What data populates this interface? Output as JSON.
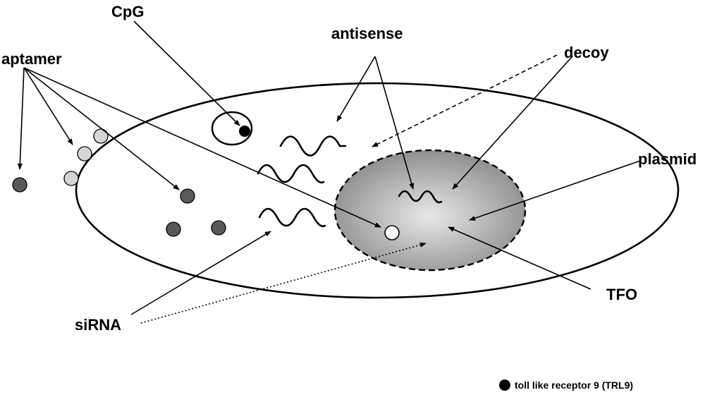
{
  "labels": {
    "cpg": "CpG",
    "antisense": "antisense",
    "aptamer": "aptamer",
    "decoy": "decoy",
    "plasmid": "plasmid",
    "sirna": "siRNA",
    "tfo": "TFO"
  },
  "legend": {
    "text": "toll like receptor 9 (TRL9)",
    "marker_color": "#000000"
  },
  "colors": {
    "nucleus_center": "#e8e8e8",
    "nucleus_edge": "#8f8f8f",
    "aptamer_dark": "#595959",
    "aptamer_light": "#d6d6d6"
  }
}
